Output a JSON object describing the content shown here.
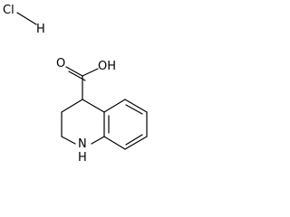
{
  "structure": {
    "atoms": {
      "cl": "Cl",
      "h": "H",
      "oh": "OH",
      "o": "O",
      "nh": "N",
      "nh_h": "H"
    }
  }
}
